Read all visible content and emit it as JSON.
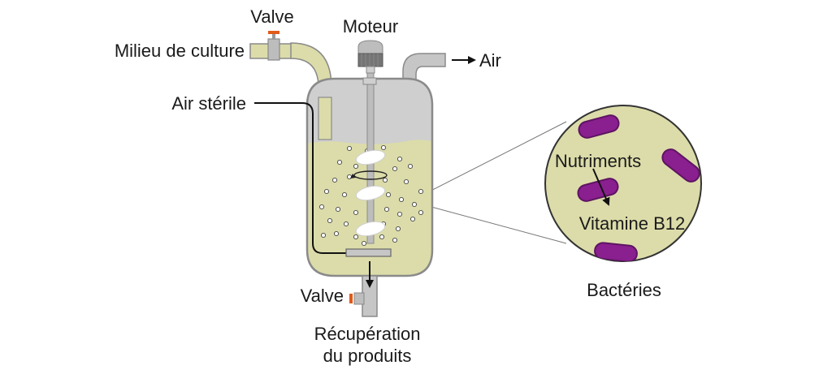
{
  "labels": {
    "valve_top": "Valve",
    "culture_medium": "Milieu de culture",
    "motor": "Moteur",
    "air_out": "Air",
    "sterile_air": "Air stérile",
    "valve_bottom": "Valve",
    "product_recovery_line1": "Récupération",
    "product_recovery_line2": "du produits",
    "nutrients": "Nutriments",
    "vitamin": "Vitamine B12",
    "bacteria": "Bactéries"
  },
  "colors": {
    "culture": "#dcdcaa",
    "pipe": "#c6c6c6",
    "tank_gas": "#cfcfcf",
    "outline": "#8a8a8a",
    "bacteria": "#8a1f8f",
    "valve_handle": "#e05a1a",
    "text": "#1a1a1a"
  }
}
